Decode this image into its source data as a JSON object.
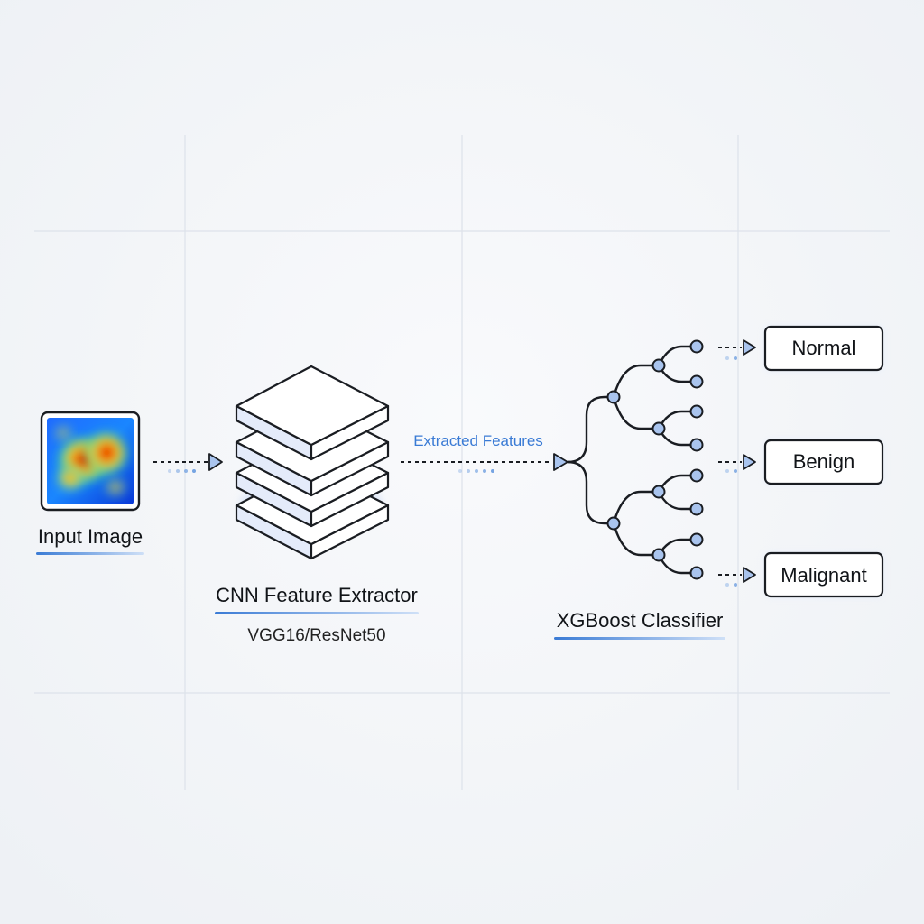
{
  "stages": {
    "input": {
      "label": "Input Image"
    },
    "cnn": {
      "label": "CNN Feature Extractor",
      "models": "VGG16/ResNet50"
    },
    "features": {
      "label": "Extracted Features"
    },
    "classifier": {
      "label": "XGBoost Classifier"
    }
  },
  "classes": [
    "Normal",
    "Benign",
    "Malignant"
  ],
  "colors": {
    "accent": "#3a7bd5",
    "node_fill": "#a9c4ee",
    "stroke": "#1a1d22",
    "background": "#f4f6f9"
  },
  "icons": {
    "input": "heatmap-image-icon",
    "cnn": "stacked-layers-icon",
    "classifier": "decision-tree-icon"
  }
}
